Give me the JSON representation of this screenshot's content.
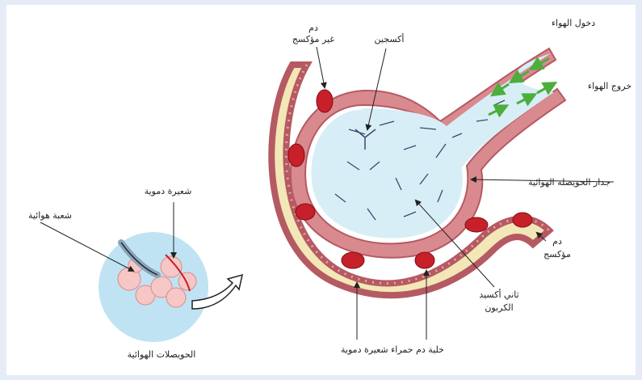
{
  "labels": {
    "deoxygenated_blood": [
      "دم",
      "غير مؤكسج"
    ],
    "oxygen": "أكسجين",
    "air_in": "دخول الهواء",
    "air_out": "خروج الهواء",
    "alveolus_wall": "جدار الحويصلة الهوائية",
    "oxygenated_blood": [
      "دم",
      "مؤكسج"
    ],
    "carbon_dioxide": [
      "ثاني أكسيد",
      "الكربون"
    ],
    "red_blood_cell_capillary": "خلية دم حمراء شعيرة دموية",
    "blood_capillary": "شعيرة دموية",
    "air_bronchiole": "شعبة هوائية",
    "alveoli": "الحويصلات الهوائية"
  },
  "colors": {
    "background": "#e6ecf7",
    "alveolus_fill": "#d7eef7",
    "wall": "#d98a8f",
    "wall_dark": "#b55a62",
    "blood_plasma": "#f3e7b7",
    "red_cell": "#c8202a",
    "air_arrow": "#4cae3c",
    "inset_circle": "#bfe3f2"
  }
}
